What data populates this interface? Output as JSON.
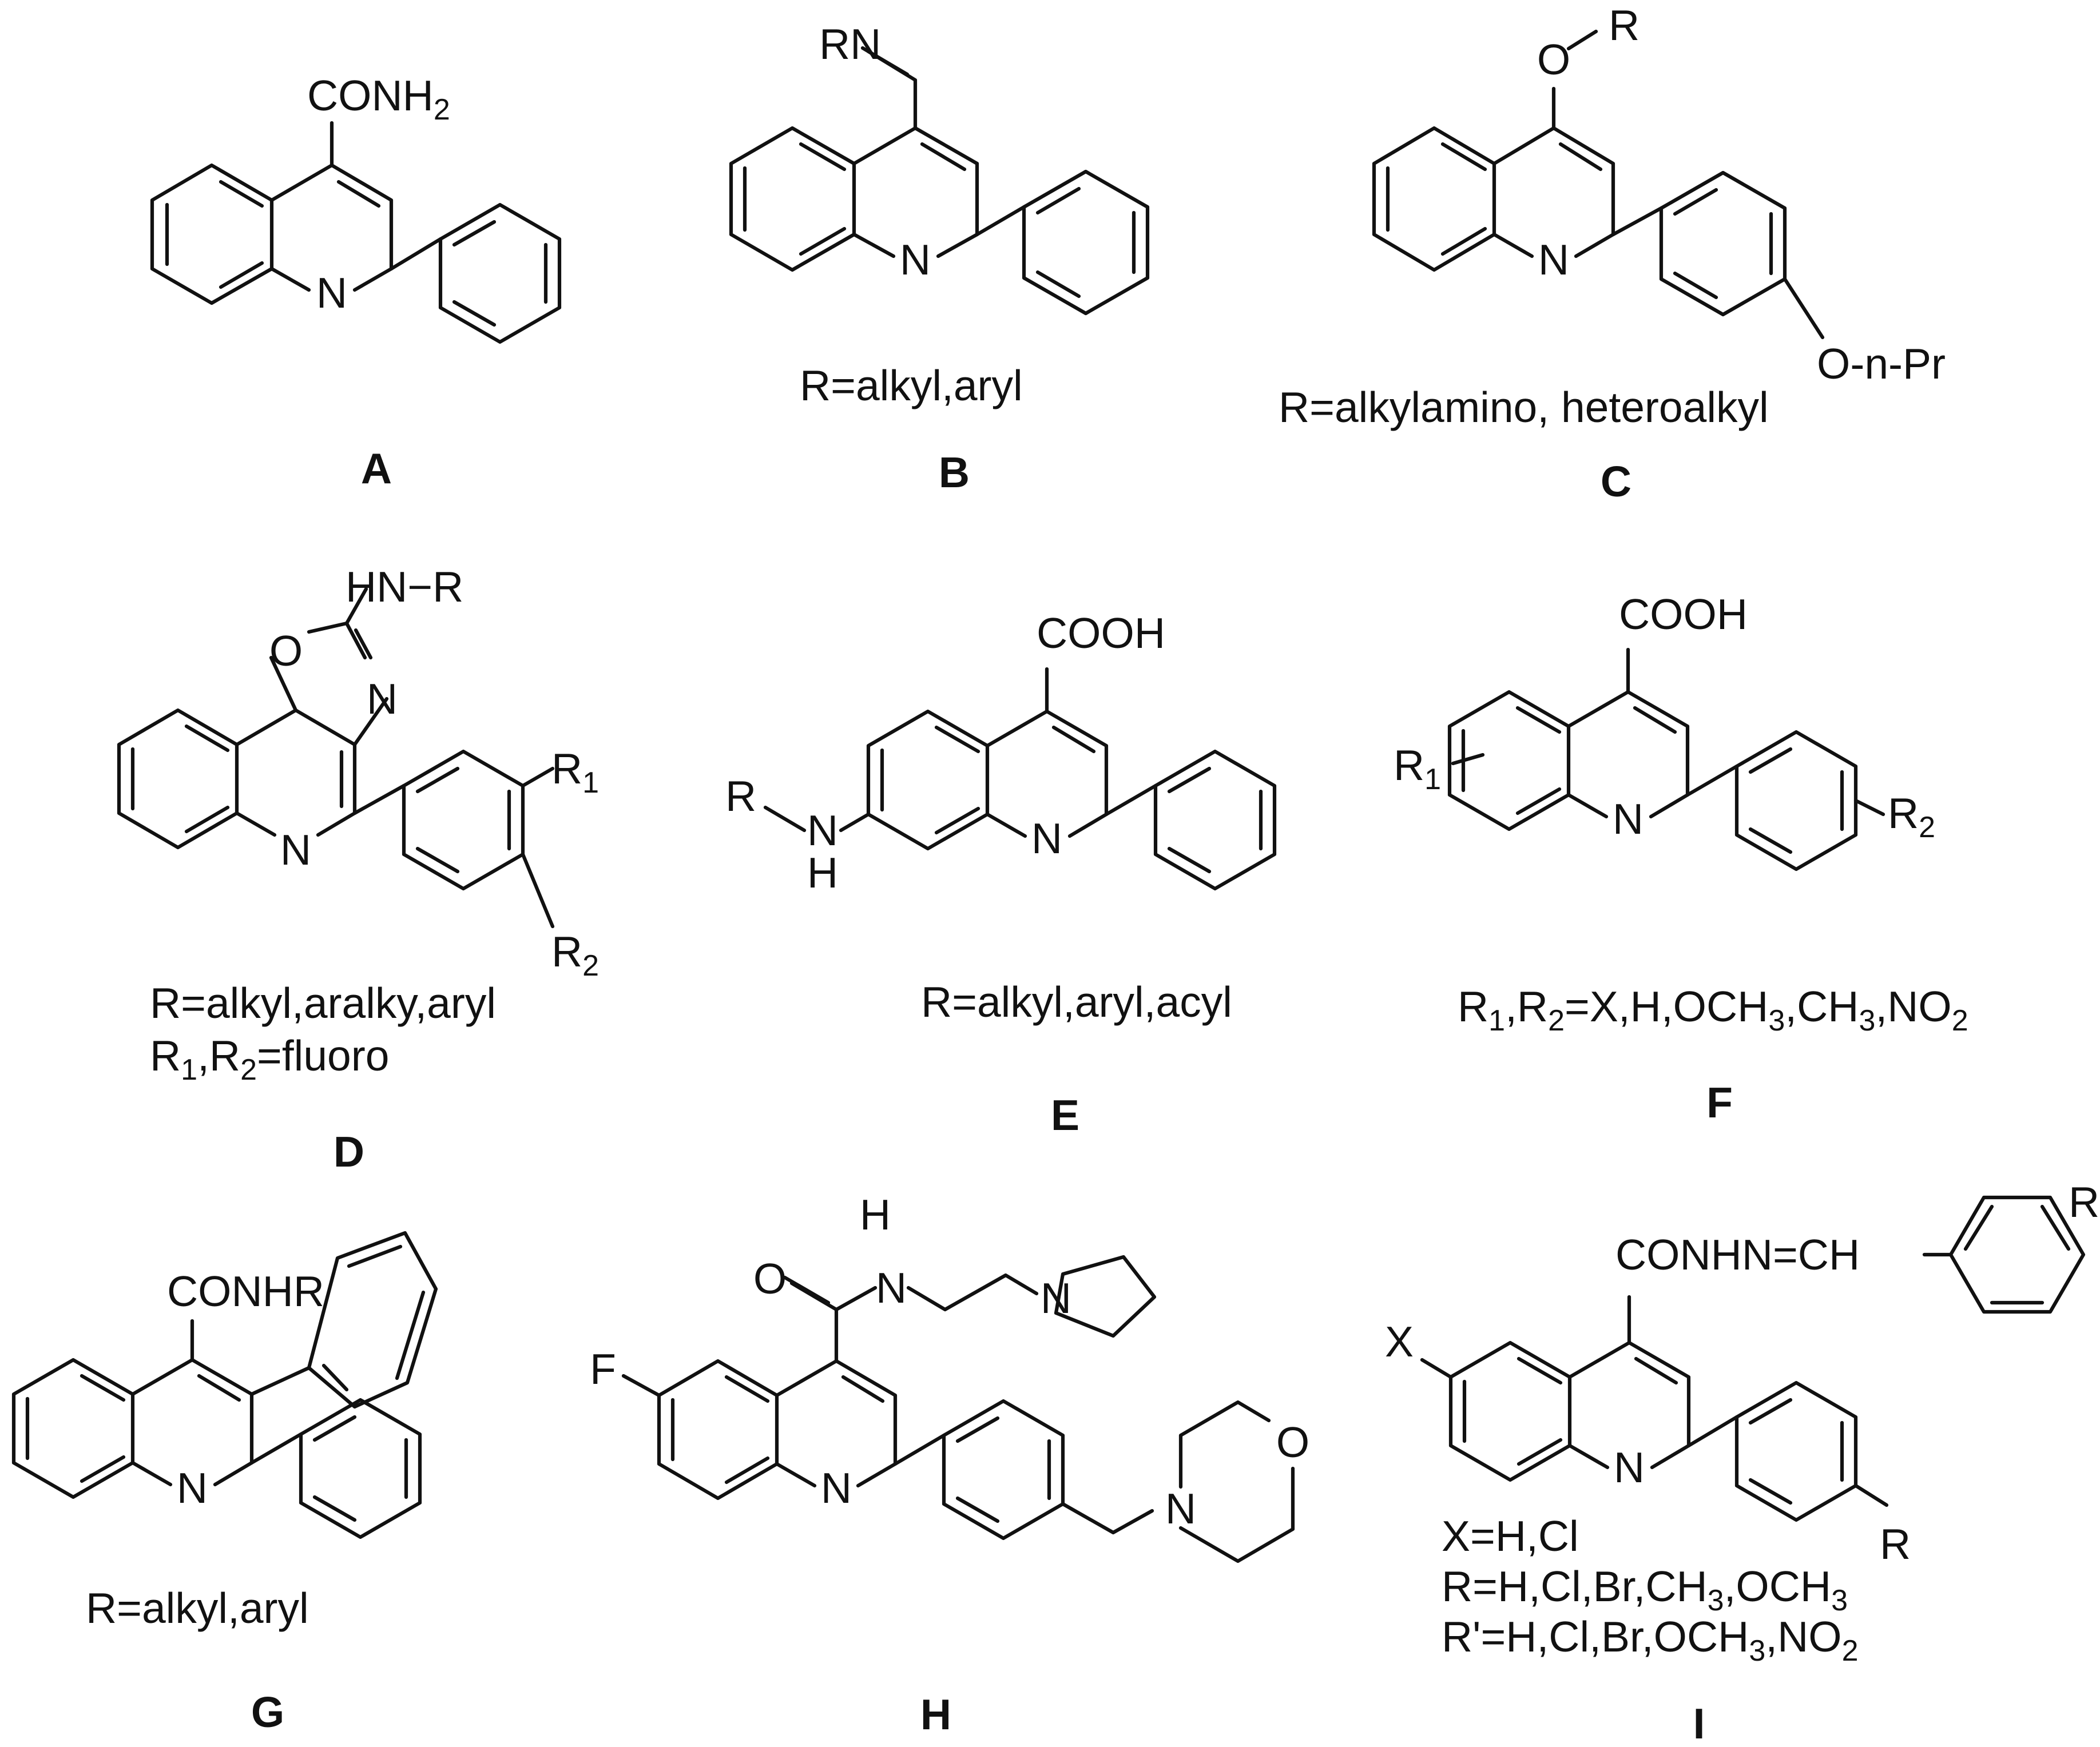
{
  "compounds": [
    {
      "id": "A",
      "label": "A",
      "atom_text": {
        "amide": "CONH",
        "amide_sub": "2",
        "n": "N"
      }
    },
    {
      "id": "B",
      "label": "B",
      "atom_text": {
        "imine": "RN",
        "n": "N"
      },
      "caption": [
        "R=alkyl,aryl"
      ]
    },
    {
      "id": "C",
      "label": "C",
      "atom_text": {
        "o": "O",
        "r": "R",
        "n": "N",
        "opr": "O-n-Pr"
      },
      "caption": [
        "R=alkylamino, heteroalkyl"
      ]
    },
    {
      "id": "D",
      "label": "D",
      "atom_text": {
        "hnr": "HN−R",
        "o": "O",
        "n_ox": "N",
        "n": "N",
        "r1": "R",
        "r1_sub": "1",
        "r2": "R",
        "r2_sub": "2"
      },
      "caption": [
        "R=alkyl,aralky,aryl"
      ],
      "caption2": {
        "a": "R",
        "a_sub": "1",
        "b": ",R",
        "b_sub": "2",
        "c": "=fluoro"
      }
    },
    {
      "id": "E",
      "label": "E",
      "atom_text": {
        "cooh": "COOH",
        "r": "R",
        "nh_n": "N",
        "nh_h": "H",
        "n": "N"
      },
      "caption": [
        "R=alkyl,aryl,acyl"
      ]
    },
    {
      "id": "F",
      "label": "F",
      "atom_text": {
        "cooh": "COOH",
        "r1": "R",
        "r1_sub": "1",
        "n": "N",
        "r2": "R",
        "r2_sub": "2"
      },
      "caption_parts": {
        "p1": "R",
        "p1_sub": "1",
        "p2": ",R",
        "p2_sub": "2",
        "p3": "=X,H,OCH",
        "p3_sub": "3",
        "p4": ",CH",
        "p4_sub": "3",
        "p5": ",NO",
        "p5_sub": "2"
      }
    },
    {
      "id": "G",
      "label": "G",
      "atom_text": {
        "conhr": "CONHR",
        "n": "N"
      },
      "caption": [
        "R=alkyl,aryl"
      ]
    },
    {
      "id": "H",
      "label": "H",
      "atom_text": {
        "h": "H",
        "nh": "N",
        "o": "O",
        "f": "F",
        "n": "N",
        "n_pyr": "N",
        "n_morph": "N",
        "o_morph": "O"
      }
    },
    {
      "id": "I",
      "label": "I",
      "atom_text": {
        "chain": "CONHN=CH",
        "rp": "R'",
        "x": "X",
        "n": "N",
        "r": "R"
      },
      "caption": [
        "X=H,Cl"
      ],
      "caption_r": {
        "a": "R=H,Cl,Br,CH",
        "a_sub": "3",
        "b": ",OCH",
        "b_sub": "3"
      },
      "caption_rp": {
        "a": "R'=H,Cl,Br,OCH",
        "a_sub": "3",
        "b": ",NO",
        "b_sub": "2"
      }
    }
  ]
}
